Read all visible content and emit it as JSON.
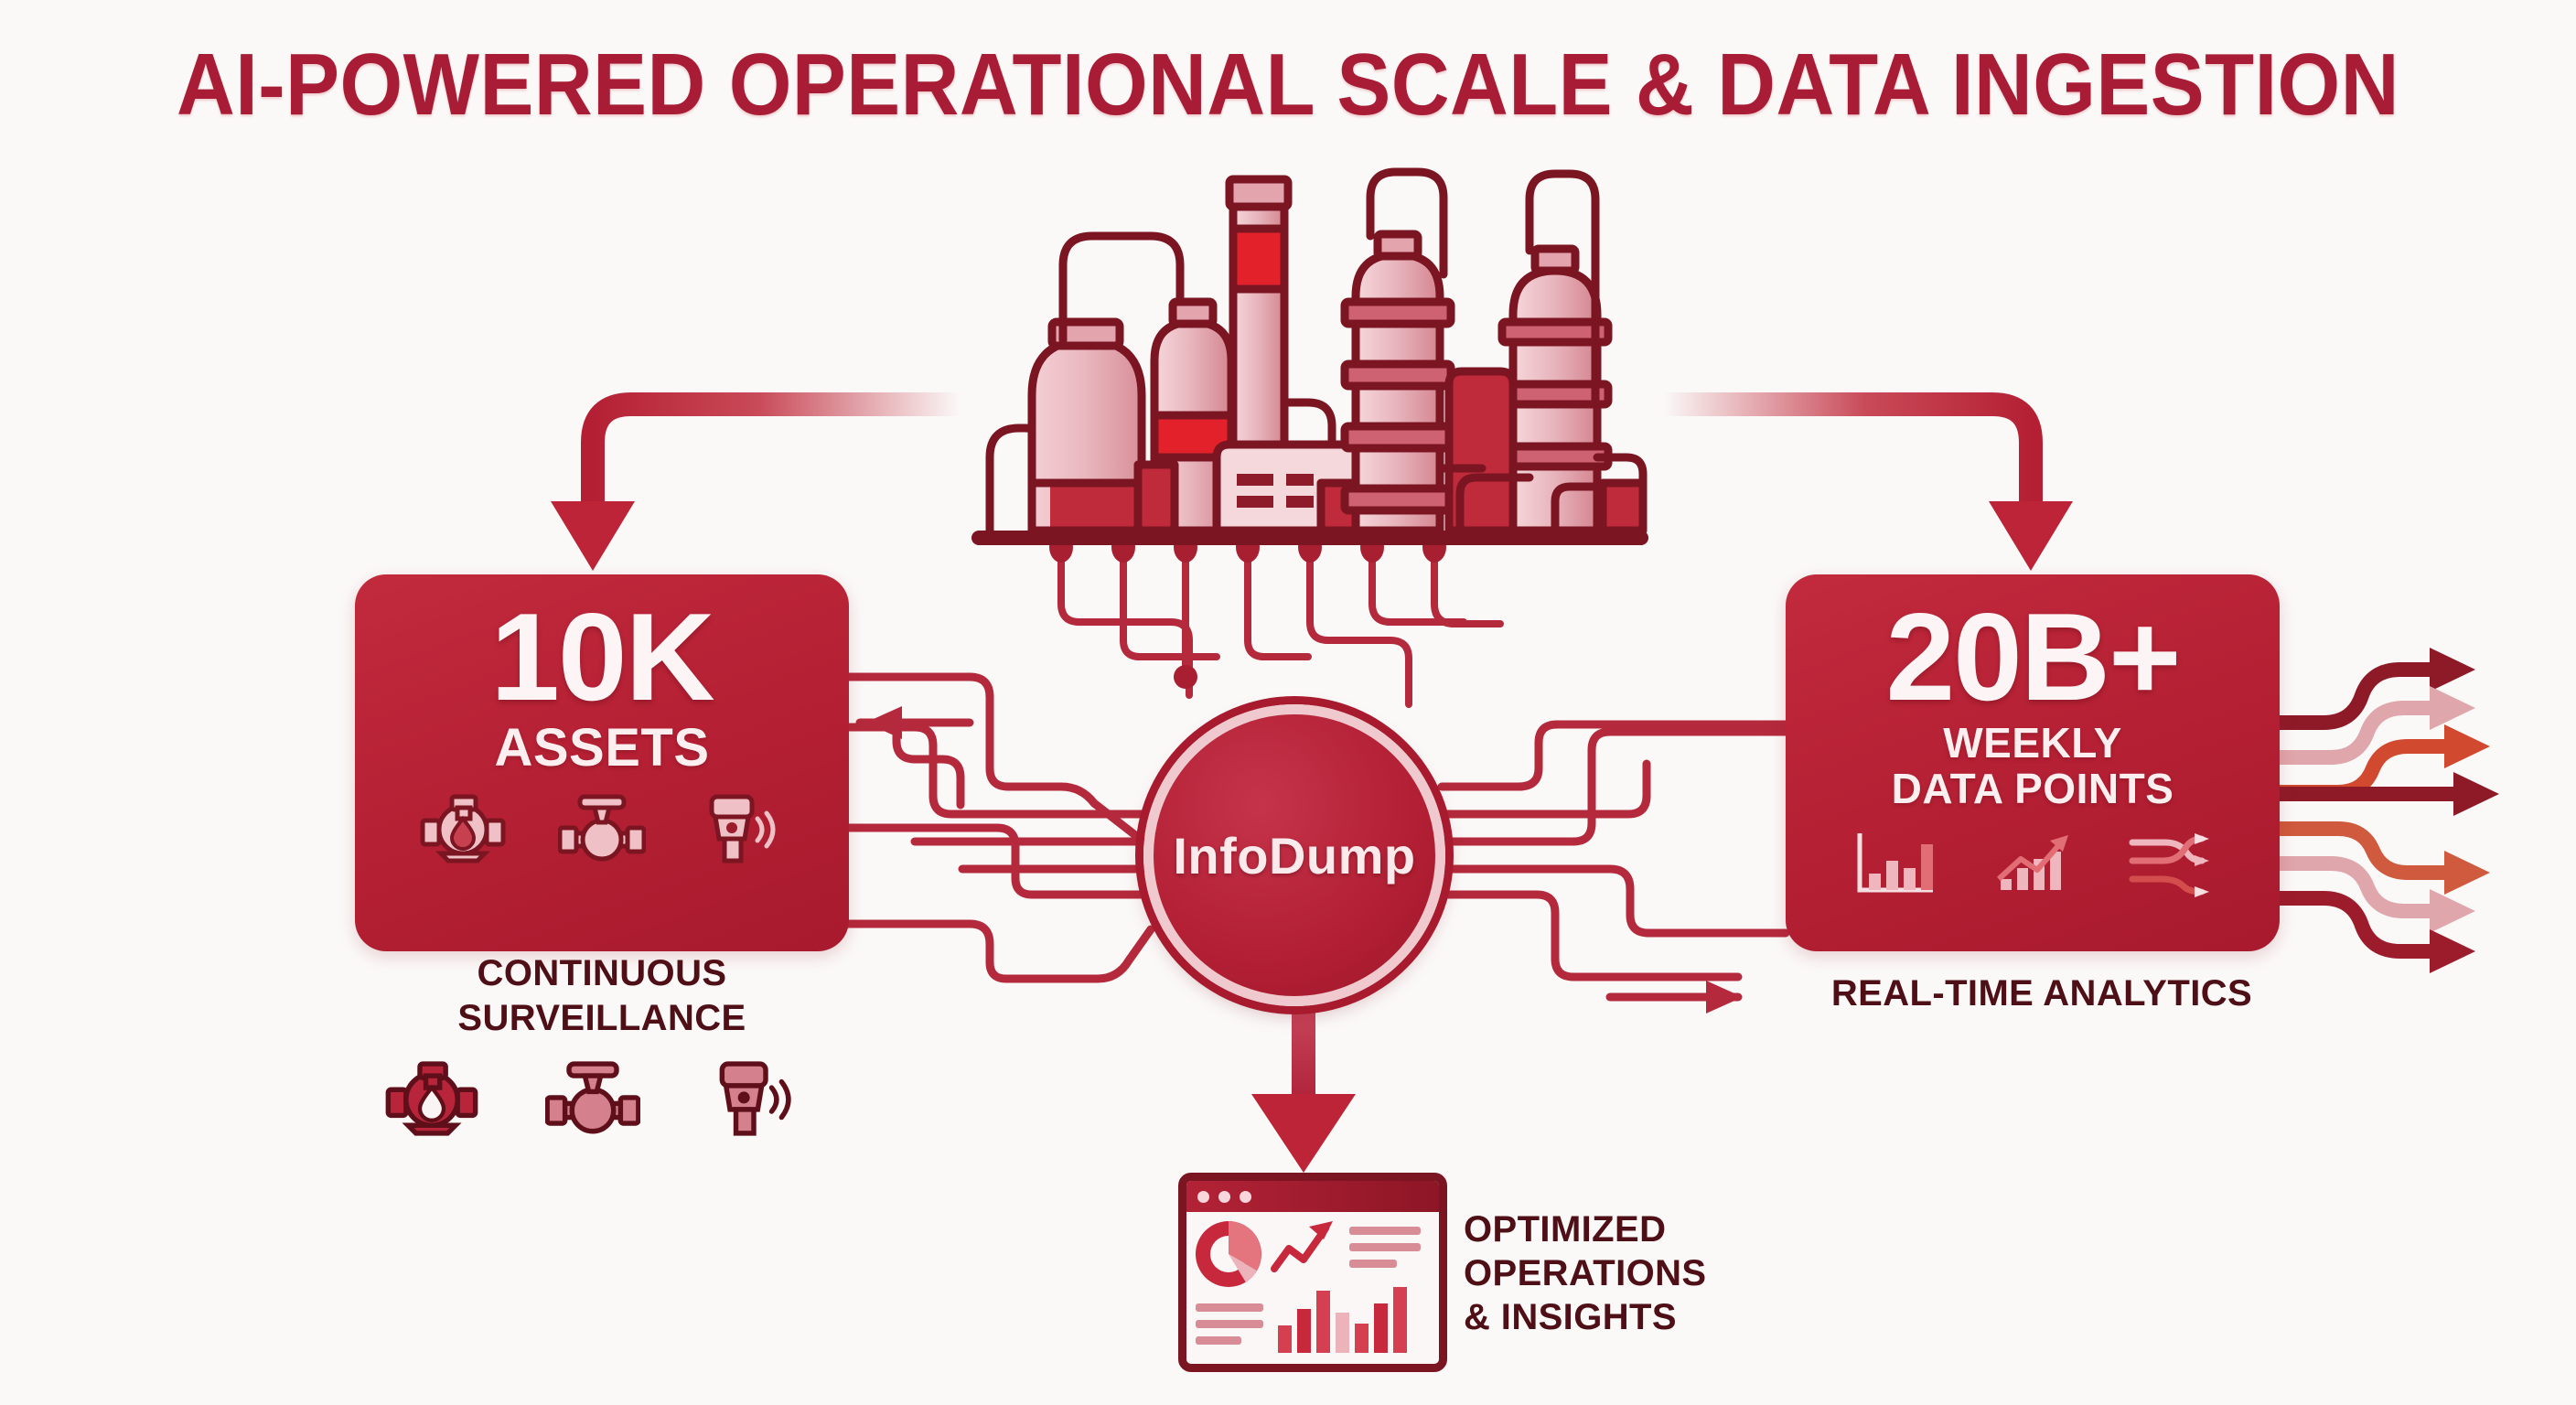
{
  "title": "AI-POWERED OPERATIONAL SCALE & DATA INGESTION",
  "hub": {
    "label": "InfoDump"
  },
  "colors": {
    "background": "#fbf9f8",
    "brand_red": "#b41f33",
    "deep_red": "#7b1522",
    "title_red": "#a81d35",
    "caption_red": "#4e1016",
    "light_pink": "#e8b6bd",
    "card_text": "#fdf5f5"
  },
  "left_card": {
    "value": "10K",
    "unit": "ASSETS",
    "caption": "CONTINUOUS SURVEILLANCE",
    "caption_lines": [
      "CONTINUOUS",
      "SURVEILLANCE"
    ],
    "icons": [
      "pump-icon",
      "valve-icon",
      "sensor-icon"
    ]
  },
  "right_card": {
    "value": "20B+",
    "unit_lines": [
      "WEEKLY",
      "DATA POINTS"
    ],
    "caption": "REAL-TIME ANALYTICS",
    "icons": [
      "bar-chart-icon",
      "line-chart-icon",
      "data-flow-icon"
    ]
  },
  "bottom": {
    "caption_lines": [
      "OPTIMIZED",
      "OPERATIONS",
      "& INSIGHTS"
    ],
    "dashboard_icons": [
      "donut-chart-icon",
      "trend-arrow-icon",
      "bar-chart-icon",
      "text-lines-icon"
    ]
  },
  "outside_icons": [
    "pump-icon",
    "valve-icon",
    "sensor-icon"
  ],
  "plant": {
    "name": "refinery-illustration",
    "sensor_count": 7
  },
  "output_arrows": {
    "count": 7,
    "shades": [
      "#8e1a28",
      "#dfa6ab",
      "#d1492f",
      "#8e1a28",
      "#cf5a3e",
      "#dfa6ab",
      "#9c1c2c"
    ]
  }
}
